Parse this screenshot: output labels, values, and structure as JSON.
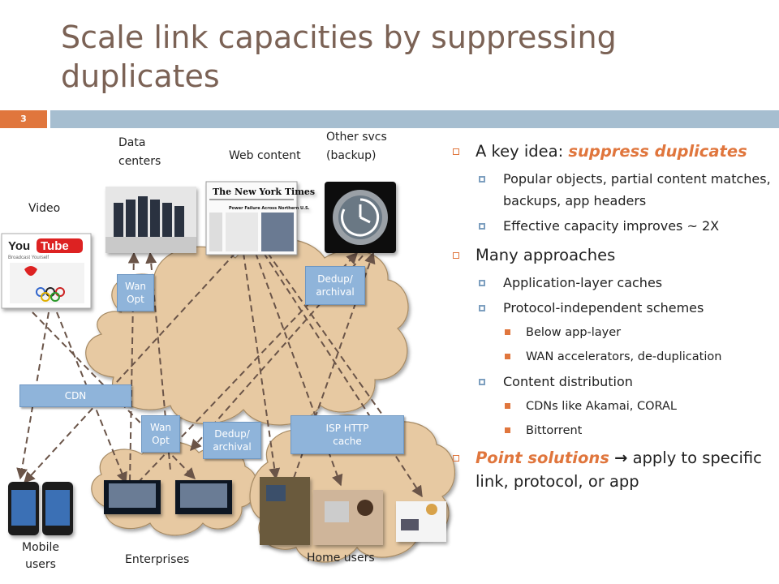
{
  "slide": {
    "title": "Scale link capacities by suppressing duplicates",
    "number": "3"
  },
  "diagram": {
    "labels": {
      "video": "Video",
      "data_centers_1": "Data",
      "data_centers_2": "centers",
      "web_content": "Web content",
      "other_svcs_1": "Other svcs",
      "other_svcs_2": "(backup)",
      "mobile_1": "Mobile",
      "mobile_2": "users",
      "enterprises": "Enterprises",
      "home_users": "Home users"
    },
    "tags": {
      "wan_opt_top_1": "Wan",
      "wan_opt_top_2": "Opt",
      "dedup_top_1": "Dedup/",
      "dedup_top_2": "archival",
      "cdn": "CDN",
      "wan_opt_bottom_1": "Wan",
      "wan_opt_bottom_2": "Opt",
      "dedup_bottom_1": "Dedup/",
      "dedup_bottom_2": "archival",
      "isp_1": "ISP HTTP",
      "isp_2": "cache"
    },
    "logos": {
      "youtube_1": "You",
      "youtube_2": "Tube",
      "youtube_sub": "Broadcast Yourself",
      "nyt": "The New York Times",
      "nyt_headline": "Power Failure Across Northern U.S."
    }
  },
  "bullets": {
    "b1_prefix": "A key idea: ",
    "b1_highlight": "suppress duplicates",
    "b1_sub1": "Popular objects, partial content matches, backups, app headers",
    "b1_sub2": "Effective capacity improves ~ 2X",
    "b2": "Many approaches",
    "b2_sub1": "Application-layer caches",
    "b2_sub2": "Protocol-independent schemes",
    "b2_sub2_a": "Below app-layer",
    "b2_sub2_b": "WAN accelerators, de-duplication",
    "b2_sub3": "Content distribution",
    "b2_sub3_a": "CDNs like Akamai, CORAL",
    "b2_sub3_b": "Bittorrent",
    "b3_highlight": "Point solutions",
    "b3_arrow": "→",
    "b3_rest": " apply to specific link, protocol, or app"
  },
  "colors": {
    "title": "#7b6255",
    "accent": "#e0763d",
    "rule": "#a6bed0",
    "cloud": "#e7c9a2",
    "tag": "#8fb4da",
    "arrow": "#6a5448"
  }
}
